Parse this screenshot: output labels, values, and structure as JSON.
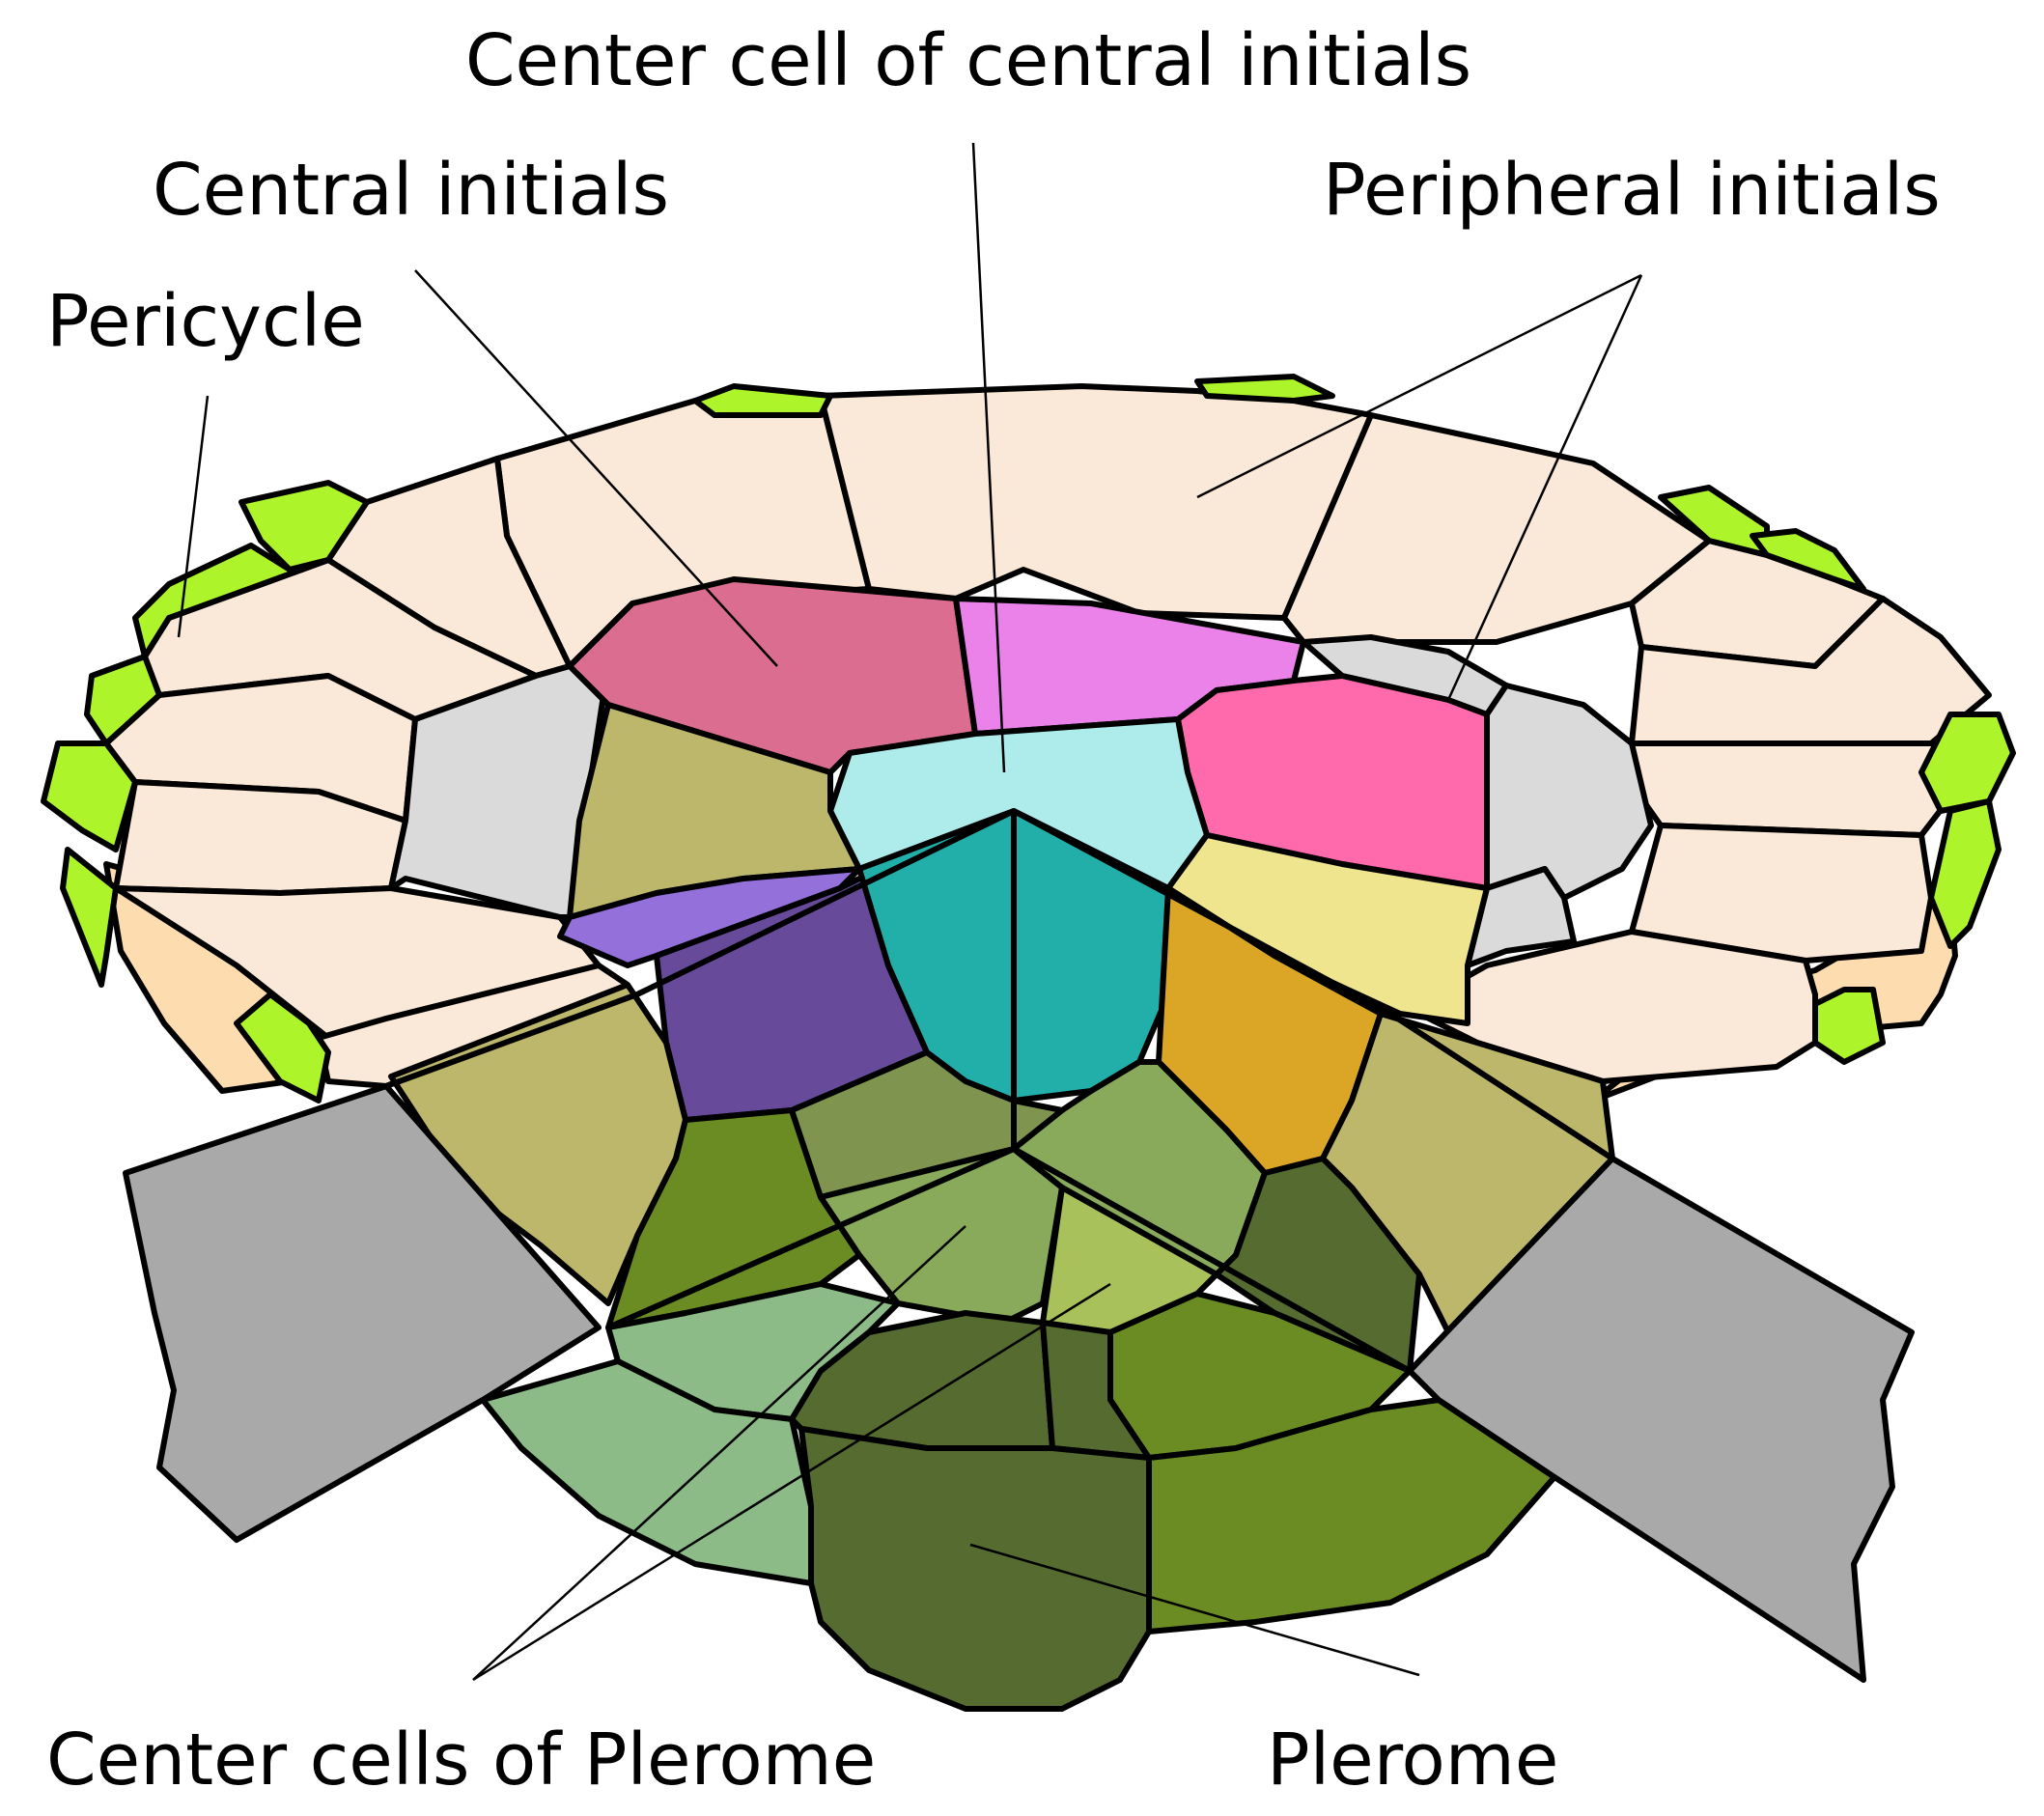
{
  "labels": {
    "center_cell_central_initials": "Center cell of central initials",
    "central_initials": "Central initials",
    "peripheral_initials": "Peripheral initials",
    "pericycle": "Pericycle",
    "center_cells_of_plerome": "Center cells of Plerome",
    "plerome": "Plerome"
  },
  "colors": {
    "outline": "#000000",
    "ring_cells": "#fae9d8",
    "ring_side": "#fddcaf",
    "pericycle": "#adf52a",
    "peripheral_initials": "#dadada",
    "central_initial_rose": "#db6e90",
    "central_initial_violet": "#ea82ea",
    "central_initial_pink": "#fe6aac",
    "center_cell_top": "#aeeceb",
    "center_cell_teal": "#22afa9",
    "khaki": "#bdb76b",
    "yellow": "#efe58f",
    "orange": "#dba625",
    "purple_dark": "#674b9a",
    "purple_light": "#9470db",
    "olive_dark": "#6a8c23",
    "olive_mid": "#7f944f",
    "olive_light": "#a9c15b",
    "olive_medium": "#89a95b",
    "olive_deep": "#556b2f",
    "sage": "#8cbb88",
    "cut_plane_gray": "#a9a9a9"
  }
}
